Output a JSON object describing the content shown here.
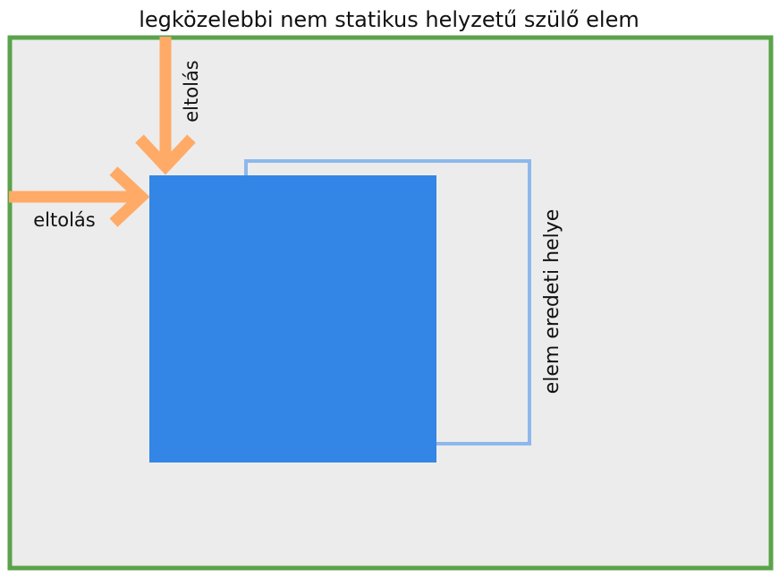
{
  "diagram": {
    "title": "legközelebbi nem statikus helyzetű szülő elem",
    "offset_top_label": "eltolás",
    "offset_left_label": "eltolás",
    "original_position_label": "elem eredeti helye"
  },
  "colors": {
    "container_fill": "#ececec",
    "container_border": "#5aa34a",
    "element_fill": "#3385e6",
    "original_outline": "#8db8ec",
    "arrow": "#ffaa66"
  }
}
